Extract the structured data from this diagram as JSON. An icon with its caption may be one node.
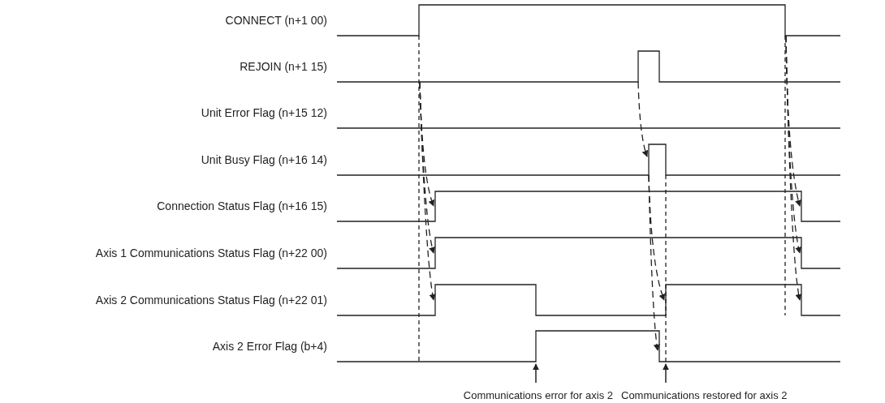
{
  "diagram": {
    "nodes": [
      {
        "text": [
          "Communications error for axis 2"
        ]
      },
      {
        "text": [
          "Communications restored for axis 2"
        ]
      }
    ],
    "edges": [
      {
        "from": 0,
        "to": null,
        "arrow": "to"
      },
      {
        "from": 1,
        "to": null,
        "arrow": "to"
      }
    ],
    "labels": [
      "CONNECT (n+1 00)",
      "REJOIN (n+1 15)",
      "Unit Error Flag (n+15 12)",
      "Unit Busy Flag (n+16 14)",
      "Connection Status Flag (n+16 15)",
      "Axis 1 Communications Status Flag (n+22 00)",
      "Axis 2 Communications Status Flag (n+22 01)",
      "Axis 2 Error Flag (b+4)"
    ]
  }
}
